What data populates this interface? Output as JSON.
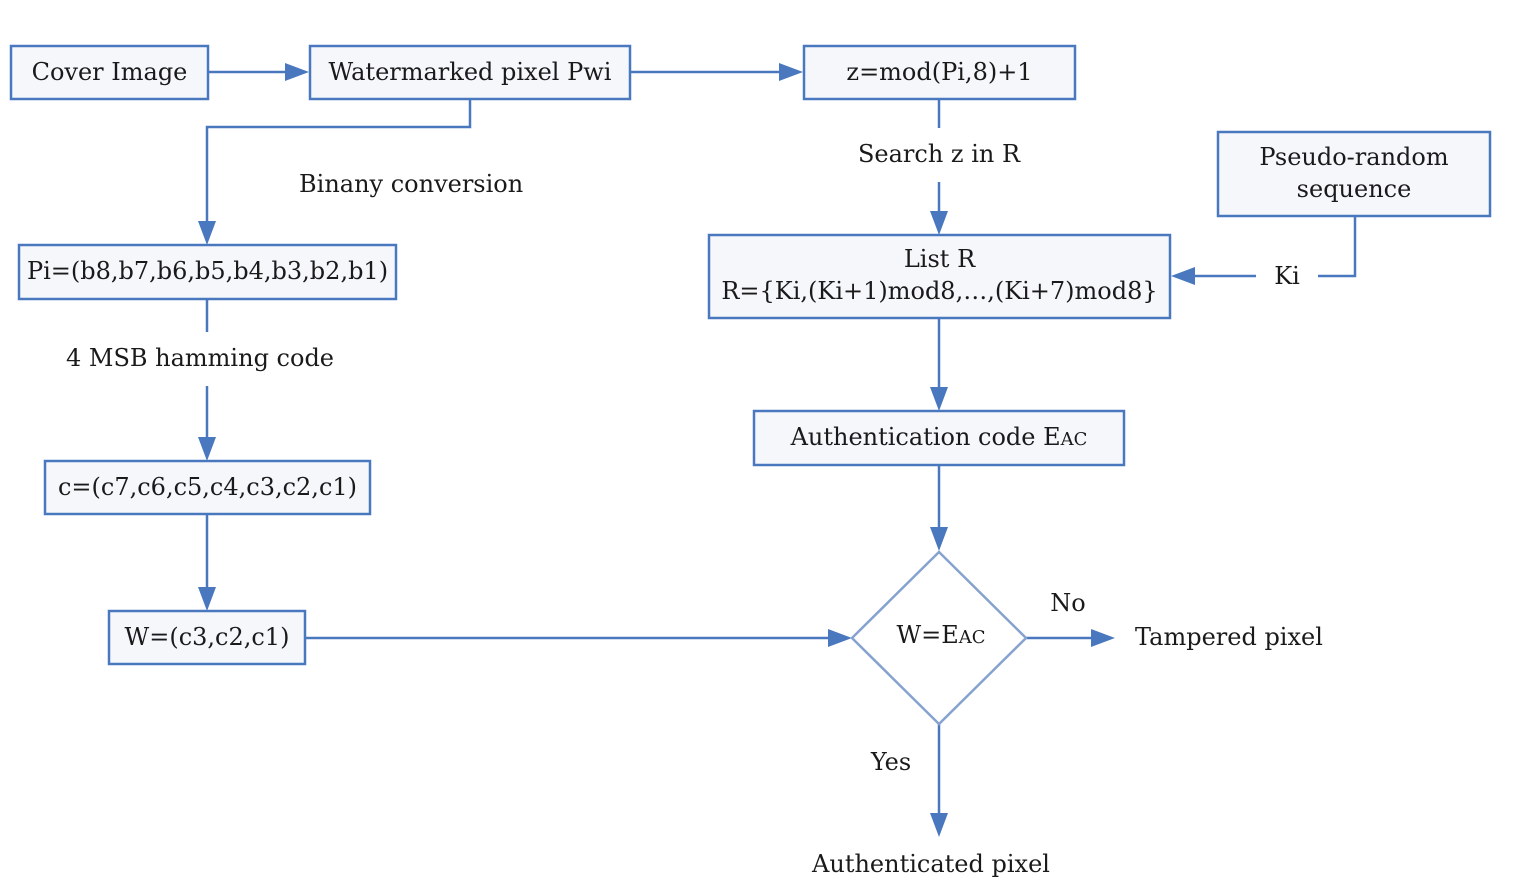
{
  "nodes": {
    "cover_image": "Cover Image",
    "watermarked_pixel": "Watermarked pixel Pwi",
    "z_formula": "z=mod(Pi,8)+1",
    "pseudo_random_line1": "Pseudo-random",
    "pseudo_random_line2": "sequence",
    "pi_bits": "Pi=(b8,b7,b6,b5,b4,b3,b2,b1)",
    "list_r_title": "List R",
    "list_r_formula": "R={Ki,(Ki+1)mod8,…,(Ki+7)mod8}",
    "auth_code_main": "Authentication code E",
    "auth_code_sub": "AC",
    "c_bits": "c=(c7,c6,c5,c4,c3,c2,c1)",
    "w_bits": "W=(c3,c2,c1)",
    "decision_main": "W=E",
    "decision_sub": "AC"
  },
  "labels": {
    "binary_conversion": "Binany conversion",
    "search_z": "Search z in R",
    "msb_hamming": "4 MSB hamming code",
    "ki": "Ki",
    "no": "No",
    "yes": "Yes",
    "tampered": "Tampered pixel",
    "authenticated": "Authenticated pixel"
  }
}
